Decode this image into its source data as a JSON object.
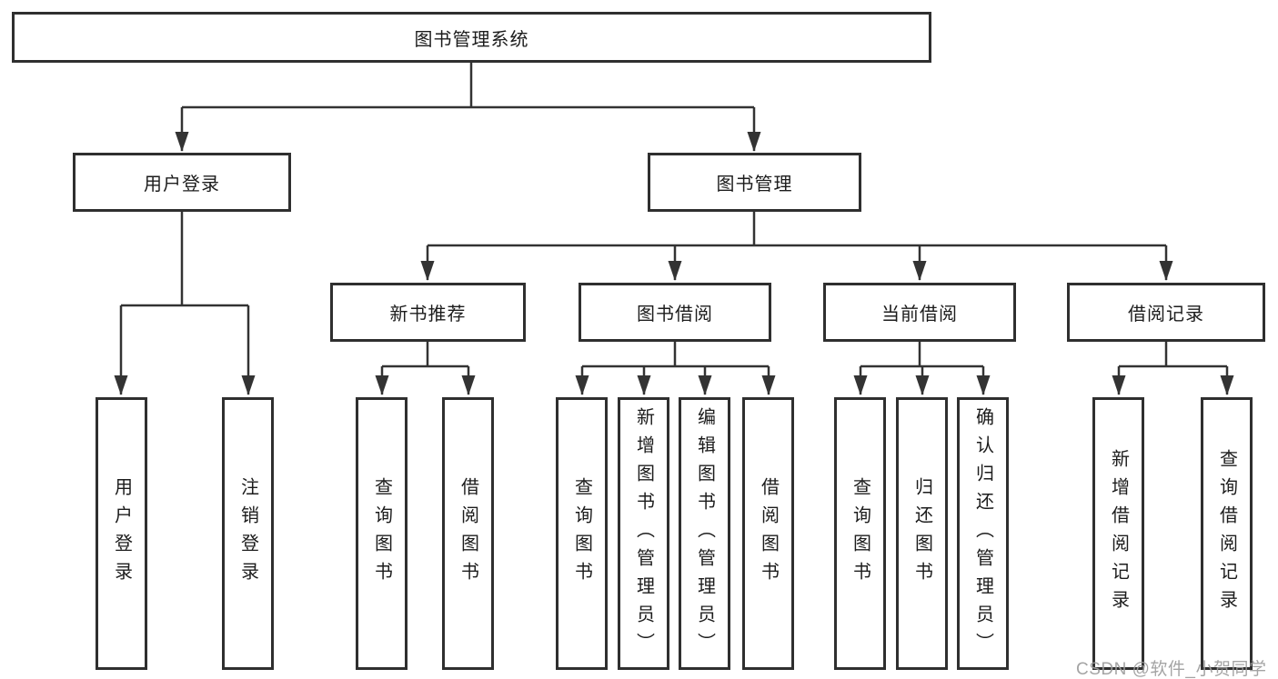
{
  "diagram": {
    "title": "图书管理系统",
    "colors": {
      "line": "#333333",
      "border": "#2f2f2f",
      "text": "#1c1c1c",
      "box_background": "#ffffff",
      "watermark": "#9d9d9d"
    },
    "tree": {
      "root": {
        "label": "图书管理系统"
      },
      "branches": [
        {
          "label": "用户登录",
          "children": [
            {
              "label": "用户登录"
            },
            {
              "label": "注销登录"
            }
          ]
        },
        {
          "label": "图书管理",
          "groups": [
            {
              "label": "新书推荐",
              "children": [
                {
                  "label": "查询图书"
                },
                {
                  "label": "借阅图书"
                }
              ]
            },
            {
              "label": "图书借阅",
              "children": [
                {
                  "label": "查询图书"
                },
                {
                  "label": "新增图书（管理员）"
                },
                {
                  "label": "编辑图书（管理员）"
                },
                {
                  "label": "借阅图书"
                }
              ]
            },
            {
              "label": "当前借阅",
              "children": [
                {
                  "label": "查询图书"
                },
                {
                  "label": "归还图书"
                },
                {
                  "label": "确认归还（管理员）"
                }
              ]
            },
            {
              "label": "借阅记录",
              "children": [
                {
                  "label": "新增借阅记录"
                },
                {
                  "label": "查询借阅记录"
                }
              ]
            }
          ]
        }
      ]
    },
    "watermark": {
      "text": "CSDN @软件_小贺同学"
    }
  }
}
